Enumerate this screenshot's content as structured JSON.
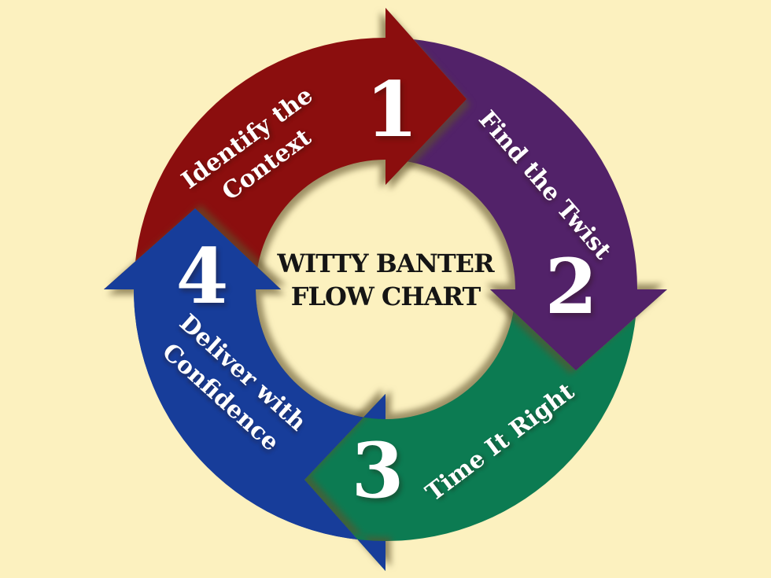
{
  "title": {
    "line1": "WITTY BANTER",
    "line2": "FLOW CHART"
  },
  "colors": {
    "background": "#FCF1BF",
    "step1": "#8B0E0E",
    "step2": "#522269",
    "step3": "#0C7B52",
    "step4": "#173D9A",
    "title_text": "#151515",
    "label_text": "#FFFFFF"
  },
  "steps": [
    {
      "number": "1",
      "label_line1": "Identify the",
      "label_line2": "Context"
    },
    {
      "number": "2",
      "label_line1": "Find the Twist",
      "label_line2": ""
    },
    {
      "number": "3",
      "label_line1": "Time It Right",
      "label_line2": ""
    },
    {
      "number": "4",
      "label_line1": "Deliver with",
      "label_line2": "Confidence"
    }
  ]
}
